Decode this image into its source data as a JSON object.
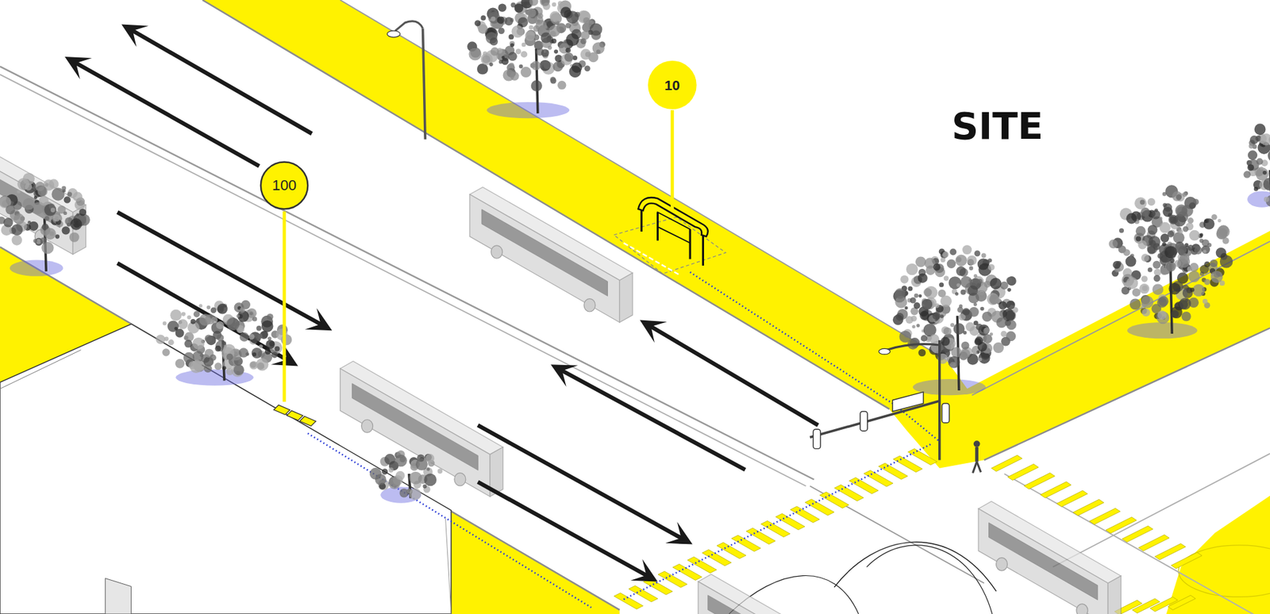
{
  "diagram": {
    "nodes": [
      {
        "text": [
          "10"
        ]
      },
      {
        "text": [
          "100"
        ]
      }
    ],
    "labels": [
      "SITE"
    ]
  }
}
